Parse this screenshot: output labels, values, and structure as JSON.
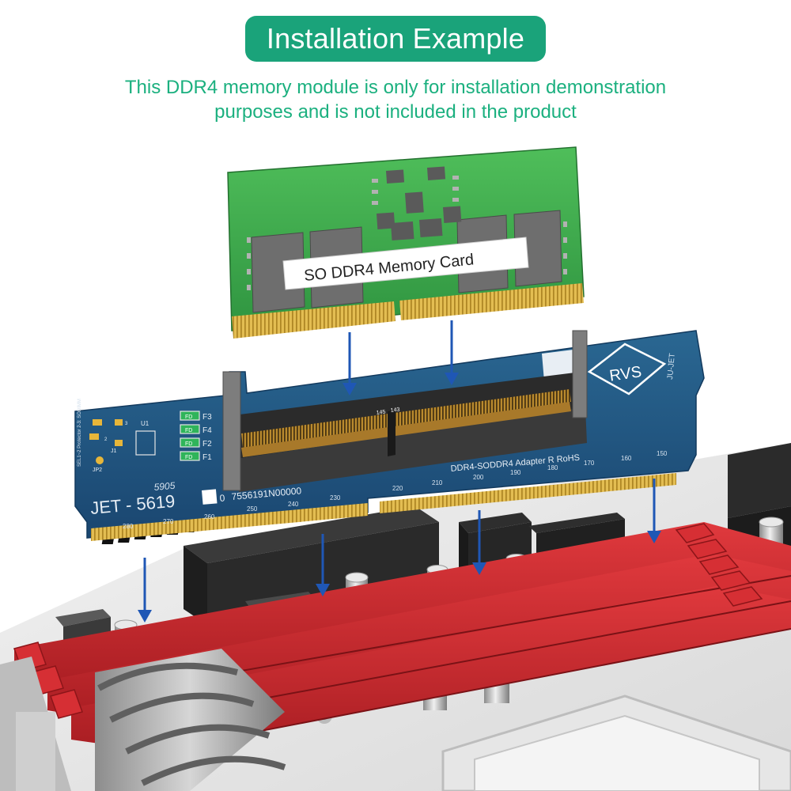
{
  "header": {
    "title": "Installation Example",
    "subtitle_line1": "This DDR4 memory module is only for installation demonstration",
    "subtitle_line2": "purposes and is not included in the product"
  },
  "memory_card": {
    "label": "SO  DDR4  Memory  Card"
  },
  "adapter": {
    "brand": "RVS",
    "model": "JET - 5619",
    "serial": "7556191N00000",
    "code": "5905",
    "board_text": "DDR4-SODDR4   Adapter   R   RoHS",
    "side_label": "JU-JET",
    "fuse_labels": [
      "F3",
      "F4",
      "F2",
      "F1"
    ],
    "fuse_tag": "FD",
    "component_labels": [
      "U1",
      "J1",
      "JP2",
      "3",
      "2",
      "0"
    ],
    "protector_text": "SEL1~2 Protector 2-3: SODIMM",
    "slot_pins": [
      "145",
      "143"
    ],
    "pin_numbers": [
      "280",
      "270",
      "260",
      "250",
      "240",
      "230",
      "220",
      "210",
      "200",
      "190",
      "180",
      "170",
      "160",
      "150"
    ]
  },
  "colors": {
    "accent_green": "#1aa37a",
    "subtitle_green": "#1bb07f",
    "pcb_blue": "#1d4f7a",
    "ram_green": "#3fae4a",
    "dimm_red": "#c8262b",
    "arrow_blue": "#1f57b5"
  }
}
